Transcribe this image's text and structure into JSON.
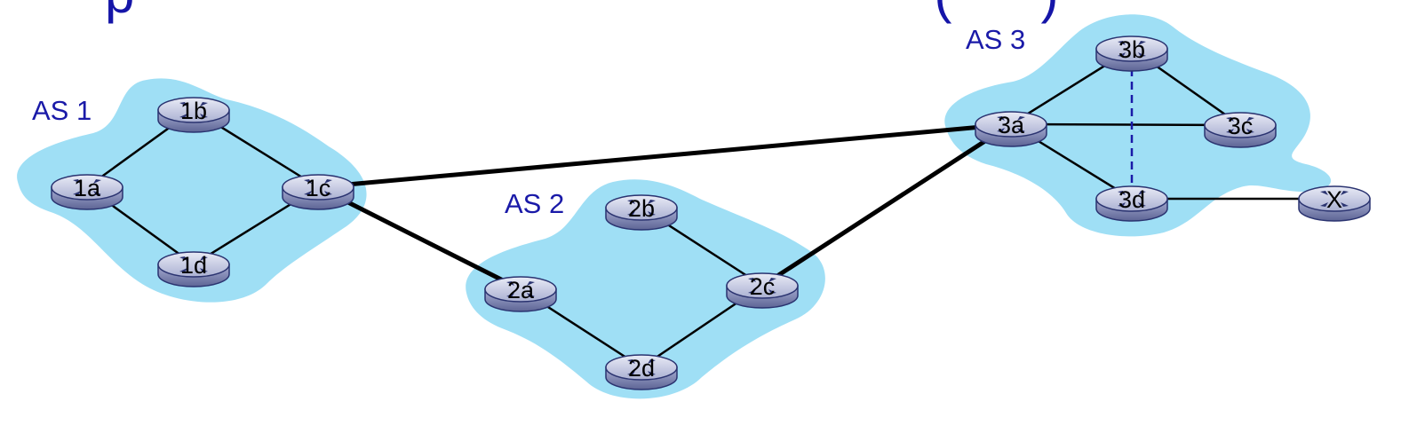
{
  "title_fragment": {
    "text": "p                                                      (      )",
    "color": "#1515a8"
  },
  "colors": {
    "as_cloud": "#9fdff5",
    "as_label": "#1a1aa8",
    "router_body": "#8f97bf",
    "router_top": "#c8cde6",
    "router_edge": "#2a3370",
    "link": "#000000",
    "internal_dashed": "#1a1aa8"
  },
  "autonomous_systems": [
    {
      "id": "as1",
      "label": "AS 1"
    },
    {
      "id": "as2",
      "label": "AS 2"
    },
    {
      "id": "as3",
      "label": "AS 3"
    }
  ],
  "routers": [
    {
      "id": "1a",
      "label": "1a",
      "as": "as1"
    },
    {
      "id": "1b",
      "label": "1b",
      "as": "as1"
    },
    {
      "id": "1c",
      "label": "1c",
      "as": "as1"
    },
    {
      "id": "1d",
      "label": "1d",
      "as": "as1"
    },
    {
      "id": "2a",
      "label": "2a",
      "as": "as2"
    },
    {
      "id": "2b",
      "label": "2b",
      "as": "as2"
    },
    {
      "id": "2c",
      "label": "2c",
      "as": "as2"
    },
    {
      "id": "2d",
      "label": "2d",
      "as": "as2"
    },
    {
      "id": "3a",
      "label": "3a",
      "as": "as3"
    },
    {
      "id": "3b",
      "label": "3b",
      "as": "as3"
    },
    {
      "id": "3c",
      "label": "3c",
      "as": "as3"
    },
    {
      "id": "3d",
      "label": "3d",
      "as": "as3"
    },
    {
      "id": "X",
      "label": "X",
      "as": ""
    }
  ],
  "links": [
    {
      "from": "1a",
      "to": "1b",
      "kind": "intra"
    },
    {
      "from": "1a",
      "to": "1d",
      "kind": "intra"
    },
    {
      "from": "1b",
      "to": "1c",
      "kind": "intra"
    },
    {
      "from": "1d",
      "to": "1c",
      "kind": "intra"
    },
    {
      "from": "2b",
      "to": "2c",
      "kind": "intra"
    },
    {
      "from": "2a",
      "to": "2d",
      "kind": "intra"
    },
    {
      "from": "2d",
      "to": "2c",
      "kind": "intra"
    },
    {
      "from": "3a",
      "to": "3b",
      "kind": "intra"
    },
    {
      "from": "3b",
      "to": "3c",
      "kind": "intra"
    },
    {
      "from": "3a",
      "to": "3c",
      "kind": "intra"
    },
    {
      "from": "3a",
      "to": "3d",
      "kind": "intra"
    },
    {
      "from": "3d",
      "to": "X",
      "kind": "intra"
    },
    {
      "from": "3b",
      "to": "3d",
      "kind": "dashed"
    },
    {
      "from": "1c",
      "to": "3a",
      "kind": "inter"
    },
    {
      "from": "1c",
      "to": "2a",
      "kind": "inter"
    },
    {
      "from": "2c",
      "to": "3a",
      "kind": "inter"
    }
  ]
}
